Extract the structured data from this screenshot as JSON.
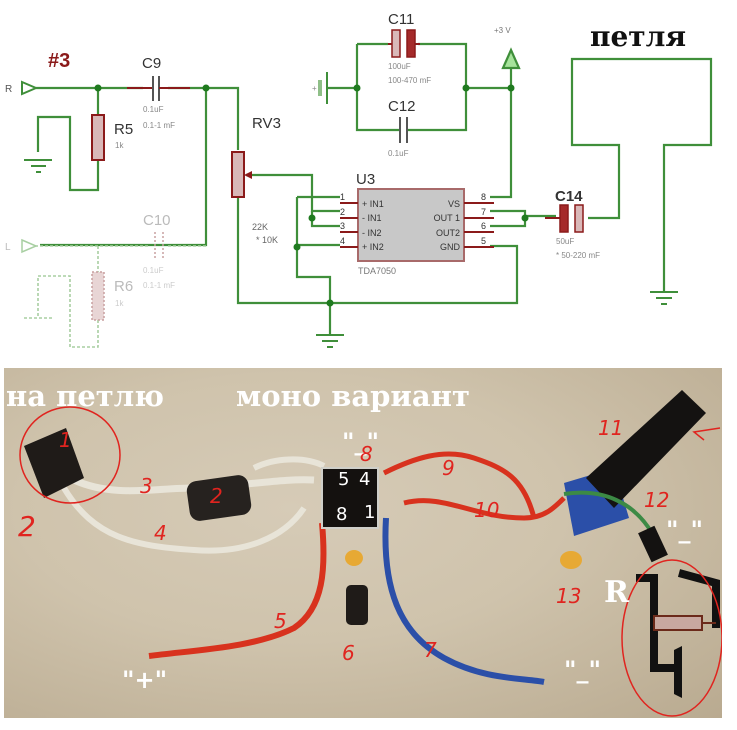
{
  "schematic": {
    "section_label": "#3",
    "inputs": {
      "right": "R",
      "left": "L"
    },
    "components": {
      "C9": {
        "ref": "C9",
        "value": "0.1uF",
        "range": "0.1-1 mF"
      },
      "C10": {
        "ref": "C10",
        "value": "0.1uF",
        "range": "0.1-1 mF"
      },
      "R5": {
        "ref": "R5",
        "value": "1k"
      },
      "R6": {
        "ref": "R6",
        "value": "1k"
      },
      "RV3": {
        "ref": "RV3",
        "value": "22K",
        "alt_value": "* 10K"
      },
      "C11": {
        "ref": "C11",
        "value": "100uF",
        "range": "100-470 mF"
      },
      "C12": {
        "ref": "C12",
        "value": "0.1uF"
      },
      "C14": {
        "ref": "C14",
        "value": "50uF",
        "range": "* 50-220 mF"
      },
      "U3": {
        "ref": "U3",
        "part": "TDA7050",
        "left_pins": [
          {
            "num": "1",
            "name": "+ IN1"
          },
          {
            "num": "2",
            "name": "- IN1"
          },
          {
            "num": "3",
            "name": "- IN2"
          },
          {
            "num": "4",
            "name": "+ IN2"
          }
        ],
        "right_pins": [
          {
            "num": "8",
            "name": "VS"
          },
          {
            "num": "7",
            "name": "OUT 1"
          },
          {
            "num": "6",
            "name": "OUT2"
          },
          {
            "num": "5",
            "name": "GND"
          }
        ]
      }
    },
    "battery_label": "+",
    "supply_label": "+3 V",
    "loop_label": "петля",
    "colors": {
      "wire": "#3f8f3a",
      "component": "#8b1a1a",
      "component_fill": "#d9b8b8",
      "ic_fill": "#c8c8c8",
      "junction": "#1f7a1f",
      "text": "#333333",
      "title": "#8b1a1a"
    }
  },
  "photo": {
    "title_left": "на петлю",
    "title_center": "моно вариант",
    "sign_top": "\"_\"",
    "sign_right": "\"_\"",
    "sign_bottom_right": "\"_\"",
    "sign_plus": "\"+\"",
    "chip_pins": {
      "top_left": "5",
      "top_right": "4",
      "bottom_left": "8",
      "bottom_right": "1"
    },
    "resistor_label": "R",
    "annotations": [
      "1",
      "2",
      "3",
      "4",
      "2",
      "5",
      "6",
      "7",
      "8",
      "9",
      "10",
      "11",
      "12",
      "13"
    ],
    "colors": {
      "background": "#cfc3ac",
      "annotation": "#e0241f",
      "red_wire": "#d8321e",
      "blue_wire": "#2b4fa8",
      "green_wire": "#3c8a45"
    }
  }
}
